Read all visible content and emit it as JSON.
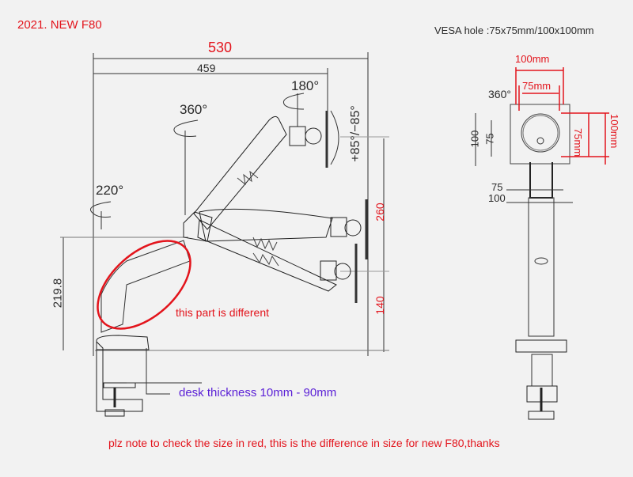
{
  "header": {
    "model_title": "2021. NEW F80",
    "vesa_note": "VESA hole :75x75mm/100x100mm"
  },
  "side_view": {
    "dim_total_width": "530",
    "dim_inner_width": "459",
    "rotation_head": "180°",
    "rotation_arm": "360°",
    "rotation_base": "220°",
    "tilt_range": "+85°/−85°",
    "dim_height_upper": "260",
    "dim_height_lower": "140",
    "dim_pole_height": "219.8",
    "callout_changed_part": "this part is different",
    "desk_thickness": "desk thickness 10mm - 90mm"
  },
  "front_view": {
    "rotation": "360°",
    "red_dim_top_outer": "100mm",
    "red_dim_top_inner": "75mm",
    "red_dim_side_inner": "75mm",
    "red_dim_side_outer": "100mm",
    "dim_left_outer": "100",
    "dim_left_inner": "75",
    "dim_bottom_inner": "75",
    "dim_bottom_outer": "100"
  },
  "footer": {
    "note": "plz note to check the size in red, this is  the difference in size for new F80,thanks"
  },
  "colors": {
    "background": "#f2f2f2",
    "highlight_red": "#e3141c",
    "note_purple": "#5a1fd6",
    "line_dark": "#2a2a2a"
  }
}
